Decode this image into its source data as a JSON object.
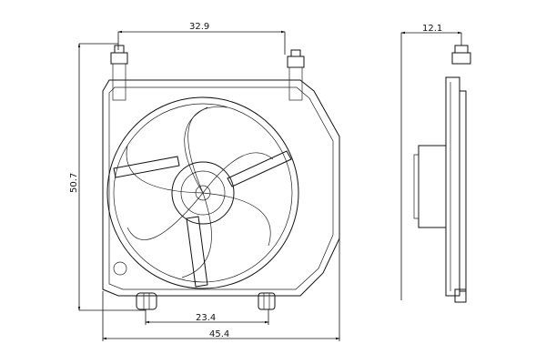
{
  "drawing": {
    "title": "Radiator cooling fan assembly technical drawing",
    "dimensions": {
      "top_width": "32.9",
      "side_depth": "12.1",
      "height": "50.7",
      "bottom_connector_spacing": "23.4",
      "overall_width": "45.4"
    },
    "line_color": "#111111",
    "background": "#ffffff"
  }
}
